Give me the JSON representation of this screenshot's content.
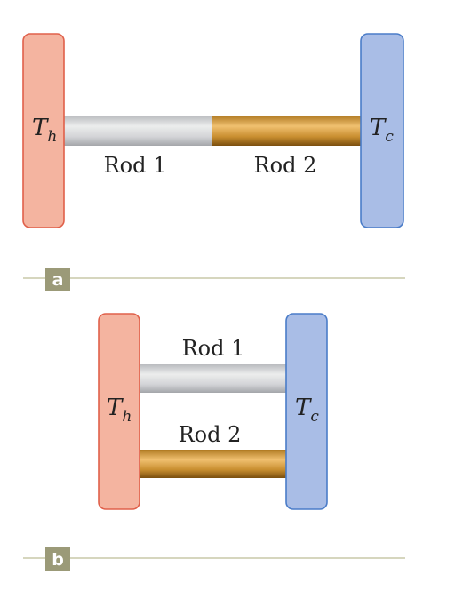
{
  "colors": {
    "hot_fill": "#f4b4a0",
    "hot_stroke": "#e0604a",
    "cold_fill": "#a9bde6",
    "cold_stroke": "#4a7cc8",
    "rod1_light": "#e6e7e9",
    "rod1_dark": "#a8aaae",
    "rod2_light": "#e8b45a",
    "rod2_dark": "#8a5a12",
    "badge": "#9b9a78",
    "rule": "#c9c9a8"
  },
  "panel_a": {
    "badge": "a",
    "hot_label": "T",
    "hot_sub": "h",
    "cold_label": "T",
    "cold_sub": "c",
    "rod1_label": "Rod 1",
    "rod2_label": "Rod 2"
  },
  "panel_b": {
    "badge": "b",
    "hot_label": "T",
    "hot_sub": "h",
    "cold_label": "T",
    "cold_sub": "c",
    "rod1_label": "Rod 1",
    "rod2_label": "Rod 2"
  }
}
